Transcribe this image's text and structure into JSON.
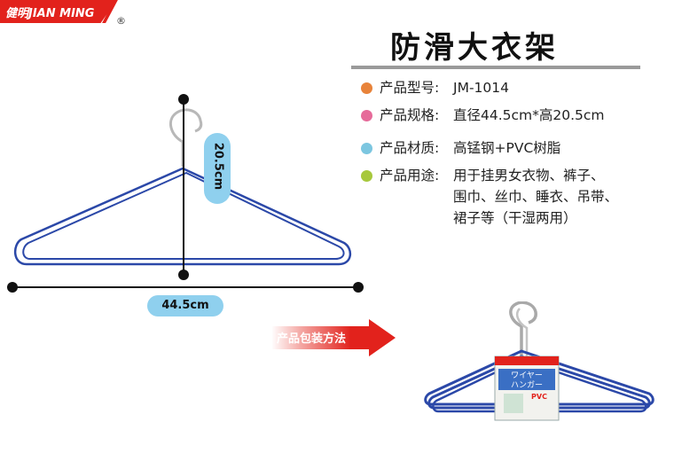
{
  "brand": {
    "logo_text": "健明JIAN MING",
    "registered": "®"
  },
  "title": "防滑大衣架",
  "specs": [
    {
      "label": "产品型号:",
      "value": "JM-1014",
      "dot_color": "#e8833a"
    },
    {
      "label": "产品规格:",
      "value": "直径44.5cm*高20.5cm",
      "dot_color": "#e66b9a"
    },
    {
      "label": "产品材质:",
      "value": "高锰钢+PVC树脂",
      "dot_color": "#7cc6e0"
    },
    {
      "label": "产品用途:",
      "value_lines": [
        "用于挂男女衣物、裤子、",
        "围巾、丝巾、睡衣、吊带、",
        "裙子等（干湿两用）"
      ],
      "dot_color": "#a7c83c"
    }
  ],
  "diagram": {
    "height_label": "20.5cm",
    "width_label": "44.5cm",
    "hanger_color": "#2b48a8"
  },
  "packaging": {
    "arrow_label": "产品包装方法",
    "card_text_1": "ワイヤー",
    "card_text_2": "ハンガー",
    "card_text_3": "PVC"
  }
}
